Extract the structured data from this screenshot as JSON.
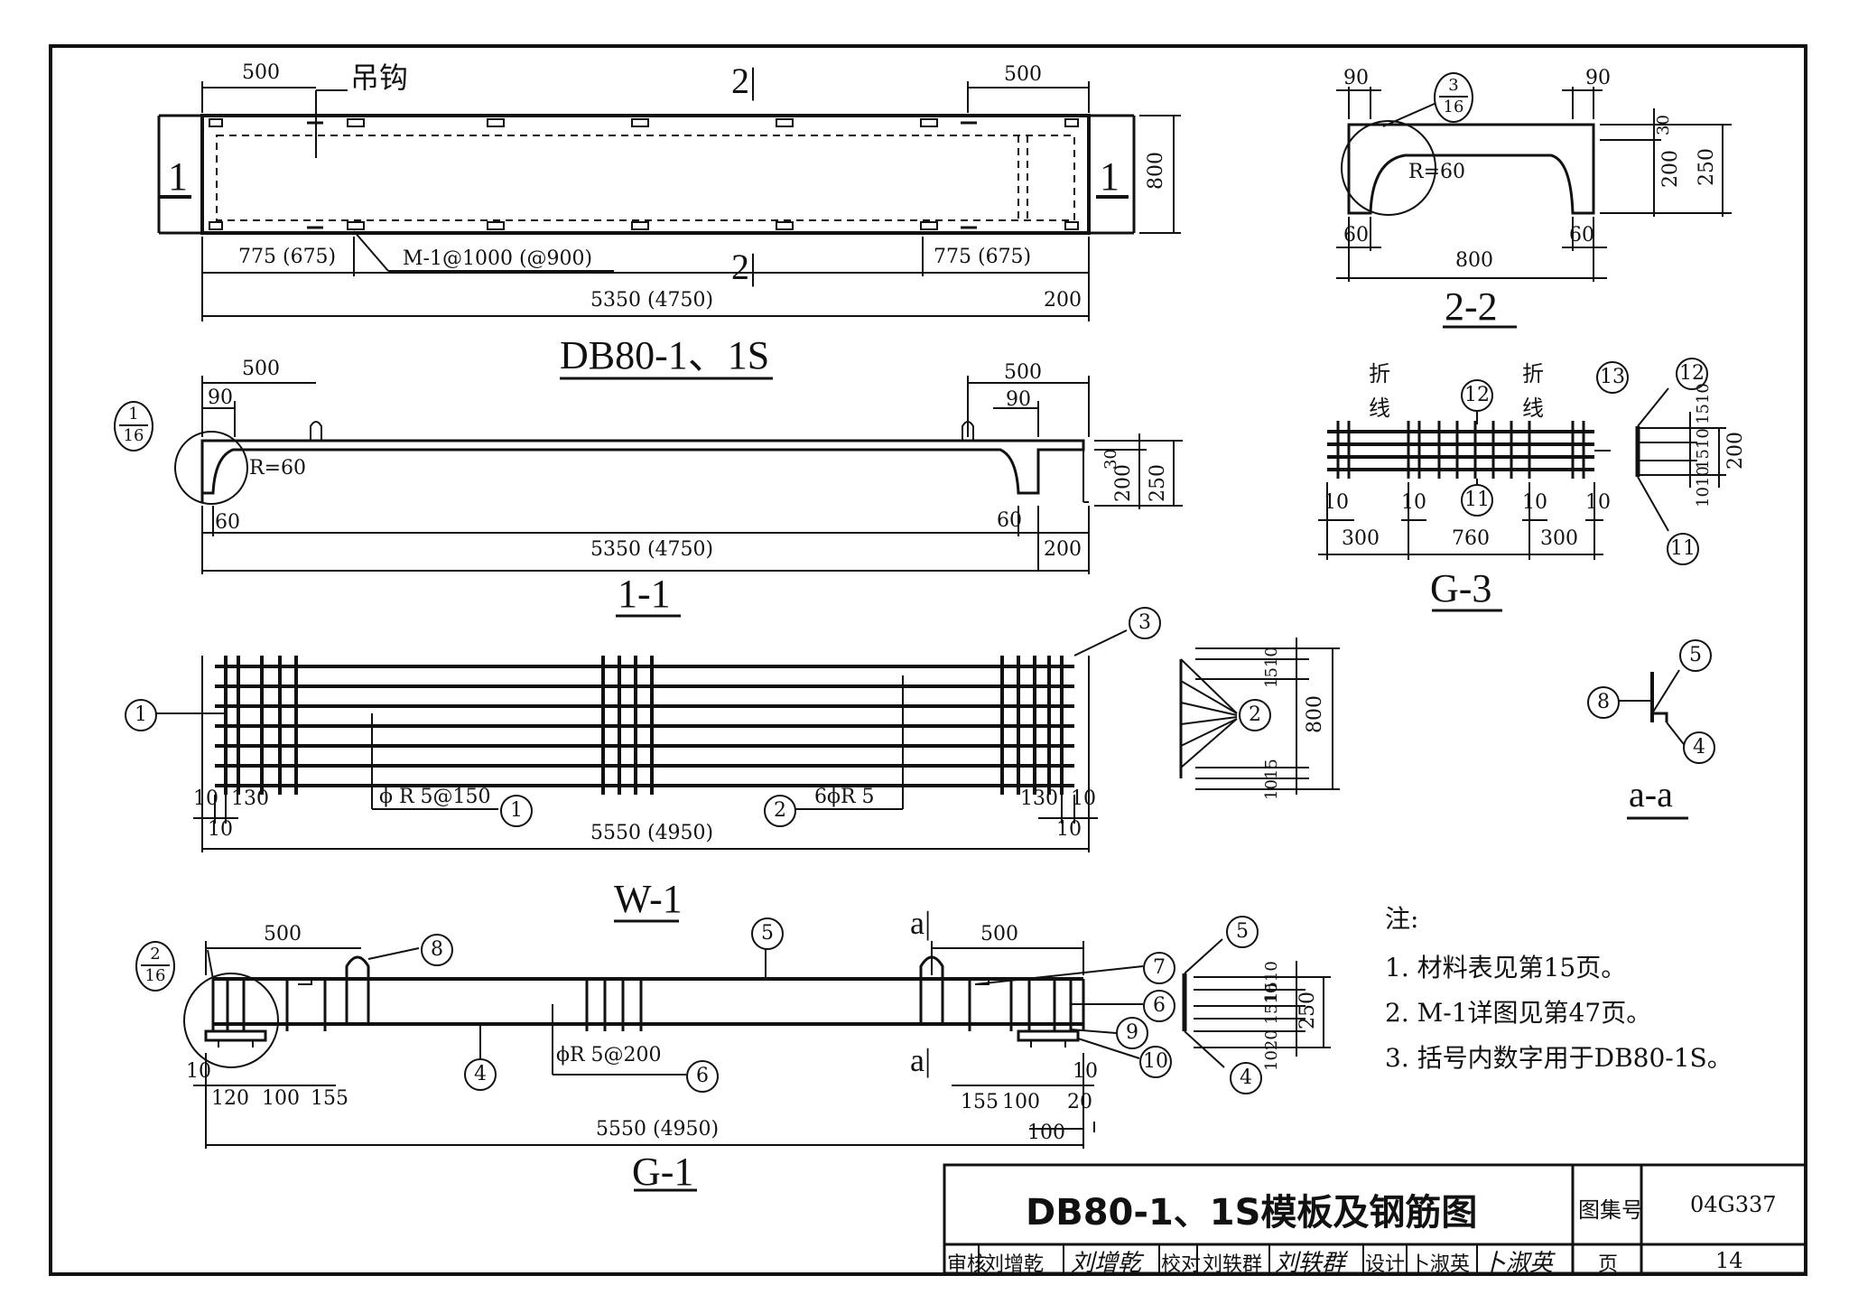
{
  "db_plan": {
    "lbl_500_left": "500",
    "hook_label": "吊钩",
    "sec2_top": "2|",
    "lbl_500_right": "500",
    "sec1_left": "1",
    "sec1_right": "1",
    "lbl_800": "800",
    "lbl_775_left": "775 (675)",
    "m1_label": "M-1@1000 (@900)",
    "sec2_bottom": "2|",
    "lbl_775_right": "775 (675)",
    "lbl_5350": "5350  (4750)",
    "lbl_200": "200",
    "title": "DB80-1、1S"
  },
  "sec_2_2": {
    "lbl_90_left": "90",
    "ref_num": "3",
    "ref_den": "16",
    "lbl_90_right": "90",
    "lbl_r60": "R=60",
    "lbl_30": "30",
    "lbl_200": "200",
    "lbl_250": "250",
    "lbl_60_left": "60",
    "lbl_60_right": "60",
    "lbl_800": "800",
    "title": "2-2"
  },
  "sec_1_1": {
    "lbl_500_left": "500",
    "lbl_90_left": "90",
    "ref_num": "1",
    "ref_den": "16",
    "lbl_r60": "R=60",
    "lbl_500_right": "500",
    "lbl_90_right": "90",
    "lbl_30": "30",
    "lbl_200": "200",
    "lbl_250": "250",
    "lbl_60_left": "60",
    "lbl_60_right": "60",
    "lbl_5350": "5350  (4750)",
    "lbl_200_end": "200",
    "title": "1-1"
  },
  "g3": {
    "fold_left_a": "折",
    "fold_left_b": "线",
    "fold_right_a": "折",
    "fold_right_b": "线",
    "c12": "12",
    "c13": "13",
    "c11": "11",
    "c12_side": "12",
    "c11_side": "11",
    "lbl_10_a": "10",
    "lbl_10_b": "10",
    "lbl_10_c": "10",
    "lbl_10_d": "10",
    "lbl_300_left": "300",
    "lbl_760": "760",
    "lbl_300_right": "300",
    "lbl_side_top": "1510",
    "lbl_side_mid": "1510",
    "lbl_side_low": "1010",
    "lbl_200": "200",
    "title": "G-3"
  },
  "w1": {
    "c3": "3",
    "c1": "1",
    "c2": "2",
    "c1_b": "1",
    "c2_b": "2",
    "lbl_10_l": "10",
    "lbl_130_l": "130",
    "lbl_10_lb": "10",
    "phi_150": "ϕ R 5@150",
    "six_phi": "6ϕR 5",
    "lbl_130_r": "130",
    "lbl_10_r": "10",
    "lbl_10_rb": "10",
    "lbl_5550": "5550  (4950)",
    "side_top": "1510",
    "side_bot": "1015",
    "side_800": "800",
    "title": "W-1"
  },
  "aa": {
    "c5": "5",
    "c8": "8",
    "c4": "4",
    "title": "a-a"
  },
  "g1": {
    "ref_num": "2",
    "ref_den": "16",
    "lbl_500_left": "500",
    "c8": "8",
    "c5": "5",
    "a_top": "a|",
    "lbl_500_right": "500",
    "c7": "7",
    "c6": "6",
    "c9": "9",
    "c10": "10",
    "c4": "4",
    "a_bot": "a|",
    "phi_200": "ϕR 5@200",
    "c6_b": "6",
    "lbl_10_l": "10",
    "lbl_120": "120",
    "lbl_100_l": "100",
    "lbl_155_l": "155",
    "lbl_155_r": "155",
    "lbl_100_r": "100",
    "lbl_20": "20",
    "lbl_10_r": "10",
    "lbl_100_end": "100",
    "lbl_5550": "5550  (4950)",
    "c5_side": "5",
    "c4_side": "4",
    "side_1510": "1510",
    "side_1020": "1020 1510",
    "side_250": "250",
    "title": "G-1"
  },
  "notes": {
    "heading": "注:",
    "items": [
      "1.  材料表见第15页。",
      "2.  M-1详图见第47页。",
      "3.  括号内数字用于DB80-1S。"
    ]
  },
  "title_block": {
    "drawing_title": "DB80-1、1S模板及钢筋图",
    "atlas_label": "图集号",
    "atlas_no": "04G337",
    "review_label": "审核",
    "reviewer": "刘增乾",
    "check_label": "校对",
    "checker": "刘轶群",
    "design_label": "设计",
    "designer": "卜淑英",
    "page_label": "页",
    "page_no": "14",
    "sign_reviewer": "刘增乾",
    "sign_checker": "刘轶群",
    "sign_designer": "卜淑英"
  }
}
